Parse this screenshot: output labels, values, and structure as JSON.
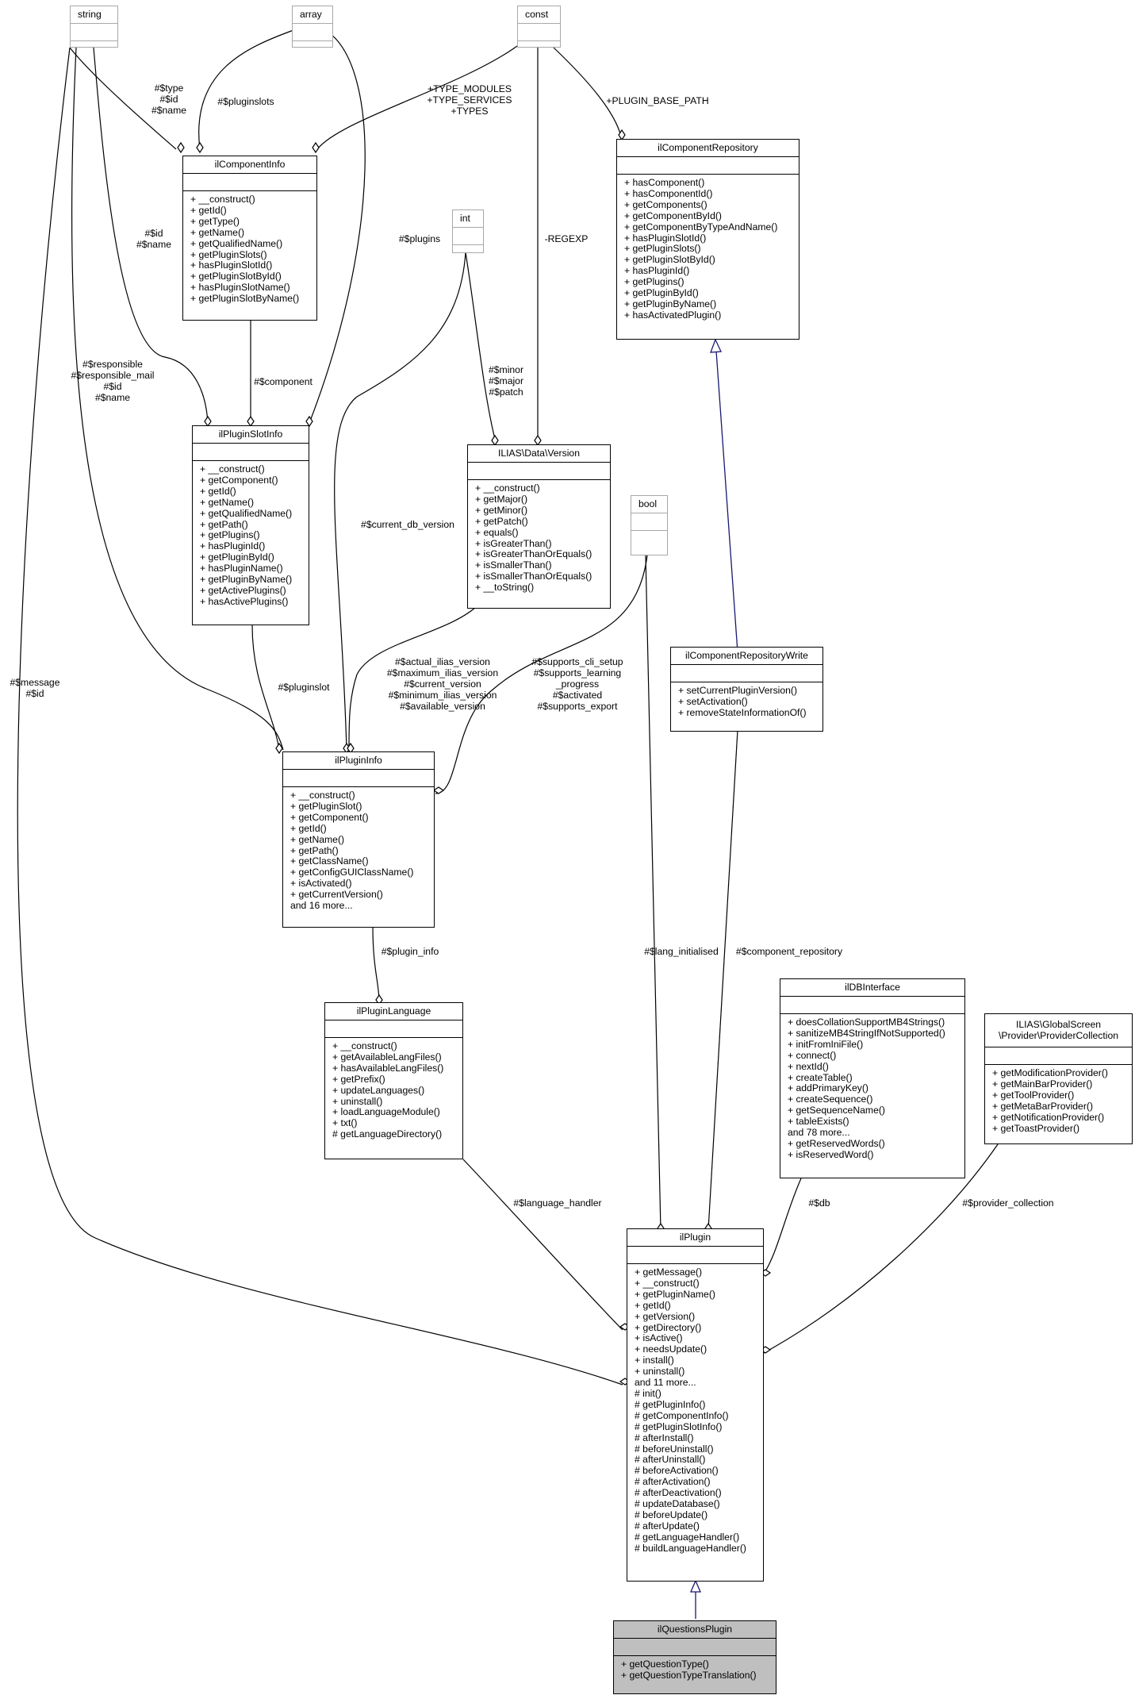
{
  "diagram": {
    "primitives": {
      "string": "string",
      "array": "array",
      "const": "const",
      "int": "int",
      "bool": "bool"
    },
    "classes": {
      "ilComponentRepository": {
        "name": "ilComponentRepository",
        "ops": [
          "+ hasComponent()",
          "+ hasComponentId()",
          "+ getComponents()",
          "+ getComponentById()",
          "+ getComponentByTypeAndName()",
          "+ hasPluginSlotId()",
          "+ getPluginSlots()",
          "+ getPluginSlotById()",
          "+ hasPluginId()",
          "+ getPlugins()",
          "+ getPluginById()",
          "+ getPluginByName()",
          "+ hasActivatedPlugin()"
        ]
      },
      "ilComponentInfo": {
        "name": "ilComponentInfo",
        "ops": [
          "+ __construct()",
          "+ getId()",
          "+ getType()",
          "+ getName()",
          "+ getQualifiedName()",
          "+ getPluginSlots()",
          "+ hasPluginSlotId()",
          "+ getPluginSlotById()",
          "+ hasPluginSlotName()",
          "+ getPluginSlotByName()"
        ]
      },
      "ilPluginSlotInfo": {
        "name": "ilPluginSlotInfo",
        "ops": [
          "+ __construct()",
          "+ getComponent()",
          "+ getId()",
          "+ getName()",
          "+ getQualifiedName()",
          "+ getPath()",
          "+ getPlugins()",
          "+ hasPluginId()",
          "+ getPluginById()",
          "+ hasPluginName()",
          "+ getPluginByName()",
          "+ getActivePlugins()",
          "+ hasActivePlugins()"
        ]
      },
      "Version": {
        "name": "ILIAS\\Data\\Version",
        "ops": [
          "+ __construct()",
          "+ getMajor()",
          "+ getMinor()",
          "+ getPatch()",
          "+ equals()",
          "+ isGreaterThan()",
          "+ isGreaterThanOrEquals()",
          "+ isSmallerThan()",
          "+ isSmallerThanOrEquals()",
          "+ __toString()"
        ]
      },
      "ilComponentRepositoryWrite": {
        "name": "ilComponentRepositoryWrite",
        "ops": [
          "+ setCurrentPluginVersion()",
          "+ setActivation()",
          "+ removeStateInformationOf()"
        ]
      },
      "ilPluginInfo": {
        "name": "ilPluginInfo",
        "ops": [
          "+ __construct()",
          "+ getPluginSlot()",
          "+ getComponent()",
          "+ getId()",
          "+ getName()",
          "+ getPath()",
          "+ getClassName()",
          "+ getConfigGUIClassName()",
          "+ isActivated()",
          "+ getCurrentVersion()",
          "and 16 more..."
        ]
      },
      "ilPluginLanguage": {
        "name": "ilPluginLanguage",
        "ops": [
          "+ __construct()",
          "+ getAvailableLangFiles()",
          "+ hasAvailableLangFiles()",
          "+ getPrefix()",
          "+ updateLanguages()",
          "+ uninstall()",
          "+ loadLanguageModule()",
          "+ txt()",
          "# getLanguageDirectory()"
        ]
      },
      "ilDBInterface": {
        "name": "ilDBInterface",
        "ops": [
          "+ doesCollationSupportMB4Strings()",
          "+ sanitizeMB4StringIfNotSupported()",
          "+ initFromIniFile()",
          "+ connect()",
          "+ nextId()",
          "+ createTable()",
          "+ addPrimaryKey()",
          "+ createSequence()",
          "+ getSequenceName()",
          "+ tableExists()",
          "and 78 more...",
          "+ getReservedWords()",
          "+ isReservedWord()"
        ]
      },
      "ProviderCollection": {
        "name1": "ILIAS\\GlobalScreen",
        "name2": "\\Provider\\ProviderCollection",
        "ops": [
          "+ getModificationProvider()",
          "+ getMainBarProvider()",
          "+ getToolProvider()",
          "+ getMetaBarProvider()",
          "+ getNotificationProvider()",
          "+ getToastProvider()"
        ]
      },
      "ilPlugin": {
        "name": "ilPlugin",
        "ops": [
          "+ getMessage()",
          "+ __construct()",
          "+ getPluginName()",
          "+ getId()",
          "+ getVersion()",
          "+ getDirectory()",
          "+ isActive()",
          "+ needsUpdate()",
          "+ install()",
          "+ uninstall()",
          "and 11 more...",
          "# init()",
          "# getPluginInfo()",
          "# getComponentInfo()",
          "# getPluginSlotInfo()",
          "# afterInstall()",
          "# beforeUninstall()",
          "# afterUninstall()",
          "# beforeActivation()",
          "# afterActivation()",
          "# afterDeactivation()",
          "# updateDatabase()",
          "# beforeUpdate()",
          "# afterUpdate()",
          "# getLanguageHandler()",
          "# buildLanguageHandler()"
        ]
      },
      "ilQuestionsPlugin": {
        "name": "ilQuestionsPlugin",
        "ops": [
          "+ getQuestionType()",
          "+ getQuestionTypeTranslation()"
        ]
      }
    },
    "edge_labels": {
      "type_id_name": [
        "#$type",
        "#$id",
        "#$name"
      ],
      "pluginslots": "#$pluginslots",
      "types": [
        "+TYPE_MODULES",
        "+TYPE_SERVICES",
        "+TYPES"
      ],
      "plugin_base_path": "+PLUGIN_BASE_PATH",
      "id_name": [
        "#$id",
        "#$name"
      ],
      "plugins": "#$plugins",
      "regexp": "-REGEXP",
      "minor_major_patch": [
        "#$minor",
        "#$major",
        "#$patch"
      ],
      "responsible": [
        "#$responsible",
        "#$responsible_mail",
        "#$id",
        "#$name"
      ],
      "component": "#$component",
      "current_db_version": "#$current_db_version",
      "message_id": [
        "#$message",
        "#$id"
      ],
      "versions": [
        "#$actual_ilias_version",
        "#$maximum_ilias_version",
        "#$current_version",
        "#$minimum_ilias_version",
        "#$available_version"
      ],
      "flags": [
        "#$supports_cli_setup",
        "#$supports_learning",
        "_progress",
        "#$activated",
        "#$supports_export"
      ],
      "pluginslot": "#$pluginslot",
      "plugin_info": "#$plugin_info",
      "lang_initialised": "#$lang_initialised",
      "component_repository": "#$component_repository",
      "language_handler": "#$language_handler",
      "db": "#$db",
      "provider_collection": "#$provider_collection"
    },
    "colors": {
      "border": "#000000",
      "primitive_border": "#a8a8a8",
      "highlight_fill": "#bfbfbf",
      "inheritance_arrow": "#191970"
    }
  }
}
